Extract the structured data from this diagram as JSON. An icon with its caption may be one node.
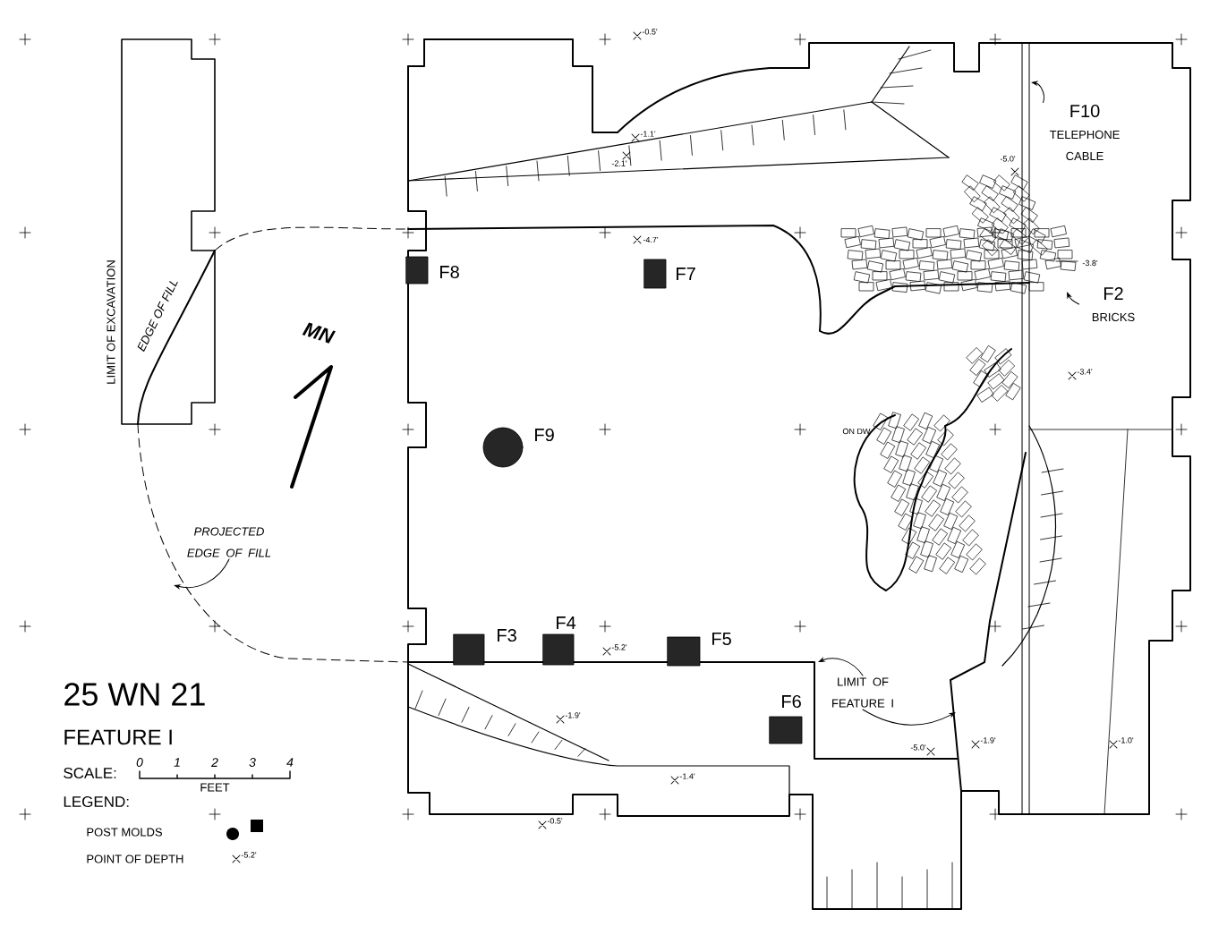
{
  "diagram": {
    "nodes": [
      {
        "text": [
          "F10",
          "TELEPHONE CABLE"
        ]
      },
      {
        "text": [
          "F2",
          "BRICKS"
        ]
      },
      {
        "text": [
          "LIMIT OF FEATURE I"
        ]
      },
      {
        "text": [
          "PROJECTED EDGE OF FILL"
        ]
      },
      {
        "text": [],
        "shape": "box",
        "beside": [
          "F8"
        ]
      },
      {
        "text": [],
        "shape": "box",
        "beside": [
          "F7"
        ]
      },
      {
        "text": [],
        "shape": "circle",
        "beside": [
          "F9"
        ]
      },
      {
        "text": [],
        "shape": "box",
        "beside": [
          "F3"
        ]
      },
      {
        "text": [],
        "shape": "box",
        "beside": [
          "F4"
        ]
      },
      {
        "text": [],
        "shape": "box",
        "beside": [
          "F5"
        ]
      },
      {
        "text": [],
        "shape": "box",
        "beside": [
          "F6"
        ]
      }
    ],
    "edges": [
      {
        "from": 0,
        "to": null,
        "arrow": "to"
      },
      {
        "from": 1,
        "to": null,
        "arrow": "to"
      },
      {
        "from": 2,
        "to": null,
        "arrow": "to"
      },
      {
        "from": 2,
        "to": null,
        "arrow": "to"
      },
      {
        "from": 3,
        "to": null,
        "arrow": "to"
      }
    ],
    "labels": [
      "-0.5'",
      "-1.1'",
      "-2.1'",
      "-5.0'",
      "LIMIT OF EXCAVATION",
      "EDGE OF FILL",
      "-4.7'",
      "-3.8'",
      "MN",
      "-3.4'",
      "ON DW",
      "-5.2'",
      "-1.9'",
      "-5.0'",
      "-1.9'",
      "-1.0'",
      "25 WN 21",
      "FEATURE I",
      "-1.4'",
      "SCALE:",
      "0",
      "1",
      "2",
      "3",
      "4",
      "FEET",
      "LEGEND:",
      "-0.5'",
      "-5.2'"
    ],
    "legend": [
      {
        "text": "POST MOLDS"
      },
      {
        "text": "POINT OF DEPTH"
      }
    ]
  }
}
